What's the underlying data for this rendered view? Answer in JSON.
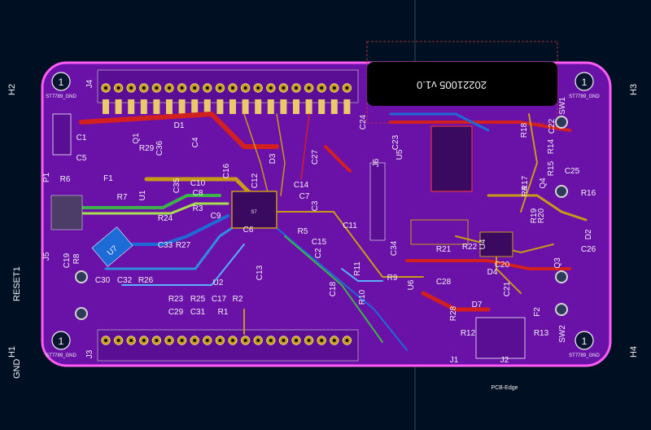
{
  "app": {
    "title": "PCB Editor"
  },
  "colors": {
    "background": "#001023",
    "board": "#6a12a8",
    "board_edge": "#ff5cf5",
    "copper_front": "#d21f1f",
    "copper_back": "#1d6bd6",
    "pad": "#c79a17",
    "silkscreen": "#f2f2f2"
  },
  "board": {
    "version_text": "20221005 v1.0",
    "edge_label": "PCB-Edge"
  },
  "mounting_holes": [
    {
      "ref": "H2",
      "number": "1",
      "caption": "ST7789_GND"
    },
    {
      "ref": "H3",
      "number": "1",
      "caption": "ST7789_GND"
    },
    {
      "ref": "H1",
      "number": "1",
      "caption": "ST7789_GND"
    },
    {
      "ref": "H4",
      "number": "1",
      "caption": "ST7789_GND"
    }
  ],
  "side_labels": {
    "reset": "RESET1",
    "gnd": "GND"
  },
  "components": [
    "J4",
    "D1",
    "Q1",
    "R29",
    "C36",
    "C4",
    "C1",
    "C5",
    "P1",
    "R6",
    "F1",
    "R7",
    "U1",
    "C35",
    "C10",
    "C8",
    "R3",
    "R24",
    "C16",
    "C12",
    "D3",
    "C27",
    "C7",
    "C3",
    "R5",
    "C2",
    "C13",
    "C33",
    "R27",
    "U7",
    "J5",
    "C19",
    "R8",
    "C30",
    "C32",
    "R26",
    "U2",
    "R23",
    "R25",
    "C17",
    "R2",
    "C29",
    "C31",
    "R1",
    "J3",
    "C24",
    "C23",
    "U5",
    "J6",
    "R11",
    "C18",
    "R10",
    "R9",
    "U6",
    "C28",
    "R28",
    "D7",
    "R12",
    "J1",
    "J2",
    "R22",
    "R21",
    "U4",
    "C20",
    "D4",
    "C21",
    "F2",
    "R13",
    "C22",
    "R14",
    "R15",
    "C25",
    "R16",
    "R18",
    "R17",
    "R4",
    "Q4",
    "R19",
    "R20",
    "D2",
    "C26",
    "Q3",
    "SW1",
    "SW2",
    "C34",
    "C9",
    "C6",
    "C14",
    "C15",
    "C11"
  ],
  "icons": [
    "mounting-hole-icon",
    "usb-connector-icon",
    "tactile-switch-icon",
    "crystal-icon"
  ]
}
